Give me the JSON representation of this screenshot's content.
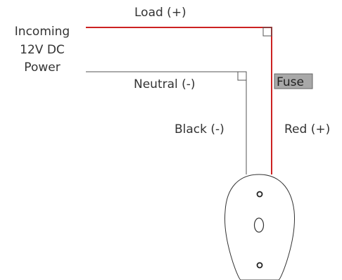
{
  "labels": {
    "incoming_line1": "Incoming",
    "incoming_line2": "12V DC",
    "incoming_line3": "Power",
    "load": "Load (+)",
    "neutral": "Neutral (-)",
    "fuse": "Fuse",
    "black": "Black (-)",
    "red": "Red (+)"
  },
  "colors": {
    "positive_wire": "#cc2222",
    "negative_wire": "#555555",
    "fuse_fill": "#a8a8a8",
    "fuse_border": "#666666"
  }
}
